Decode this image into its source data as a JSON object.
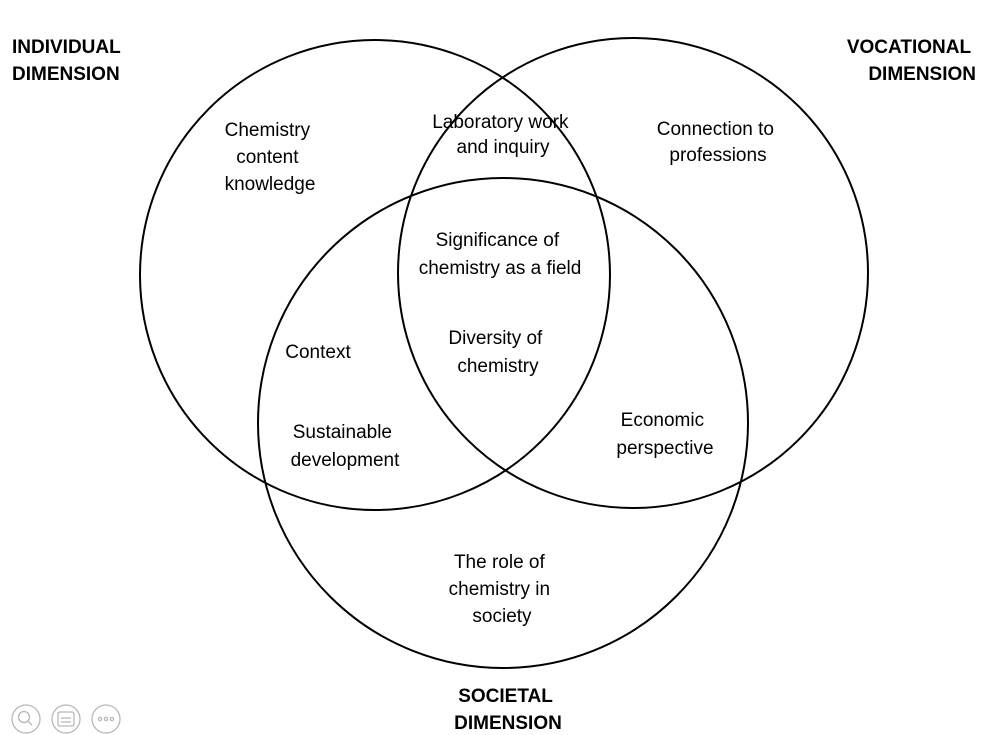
{
  "dimensions": {
    "individual": [
      "INDIVIDUAL",
      "DIMENSION"
    ],
    "vocational": [
      "VOCATIONAL",
      "DIMENSION"
    ],
    "societal": [
      "SOCIETAL",
      "DIMENSION"
    ]
  },
  "regions": {
    "individual_only": [
      "Chemistry",
      "content",
      "knowledge"
    ],
    "individual_vocational": [
      "Laboratory work",
      "and inquiry"
    ],
    "vocational_only": [
      "Connection to",
      "professions"
    ],
    "center_1": [
      "Significance of",
      "chemistry as a field"
    ],
    "center_2": [
      "Diversity of",
      "chemistry"
    ],
    "individual_societal_1": [
      "Context"
    ],
    "individual_societal_2": [
      "Sustainable",
      "development"
    ],
    "vocational_societal": [
      "Economic",
      "perspective"
    ],
    "societal_only": [
      "The role of",
      "chemistry in",
      "society"
    ]
  },
  "toolbar": {
    "icons": [
      "zoom-icon",
      "caption-icon",
      "more-options-icon"
    ]
  },
  "colors": {
    "stroke": "#000000",
    "text": "#000000",
    "toolbar": "#b8b8b8"
  }
}
